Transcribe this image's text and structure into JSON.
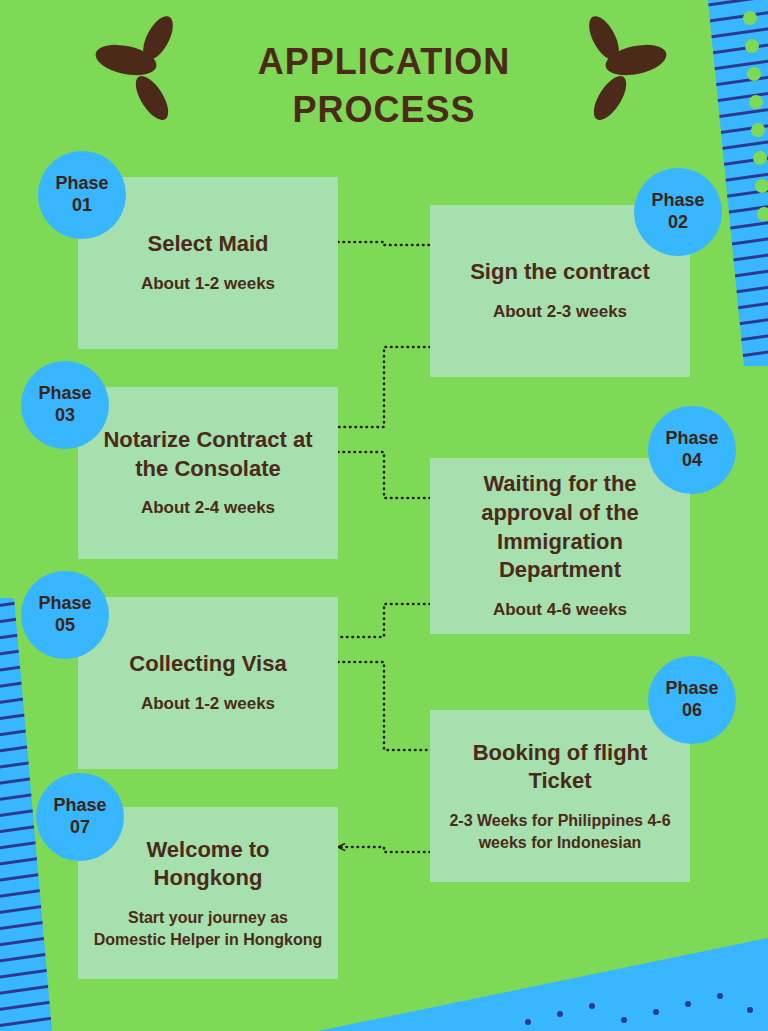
{
  "diagram": {
    "title": "APPLICATION PROCESS",
    "nodes": [
      {
        "text": [
          "Phase 01"
        ]
      },
      {
        "text": [
          "Select Maid",
          "About 1-2 weeks"
        ]
      },
      {
        "text": [
          "Phase 02"
        ]
      },
      {
        "text": [
          "Sign the contract",
          "About 2-3 weeks"
        ]
      },
      {
        "text": [
          "Phase 03"
        ]
      },
      {
        "text": [
          "Notarize Contract at the Consolate",
          "About 2-4 weeks"
        ]
      },
      {
        "text": [
          "Phase 04"
        ]
      },
      {
        "text": [
          "Waiting for the approval of the Immigration Department",
          "About 4-6 weeks"
        ]
      },
      {
        "text": [
          "Phase 05"
        ]
      },
      {
        "text": [
          "Collecting Visa",
          "About 1-2 weeks"
        ]
      },
      {
        "text": [
          "Phase 06"
        ]
      },
      {
        "text": [
          "Booking of flight Ticket",
          "2-3 Weeks for Philippines 4-6 weeks for Indonesian"
        ]
      },
      {
        "text": [
          "Phase 07"
        ]
      },
      {
        "text": [
          "Welcome to Hongkong",
          "Start your journey as Domestic Helper in Hongkong"
        ]
      }
    ],
    "edges": [
      {
        "from": 1,
        "to": 3,
        "arrow": "none"
      },
      {
        "from": 3,
        "to": 5,
        "arrow": "none"
      },
      {
        "from": 5,
        "to": 7,
        "arrow": "none"
      },
      {
        "from": 7,
        "to": 9,
        "arrow": "none"
      },
      {
        "from": 9,
        "to": 11,
        "arrow": "none"
      },
      {
        "from": 11,
        "to": 13,
        "arrow": "to"
      }
    ]
  }
}
